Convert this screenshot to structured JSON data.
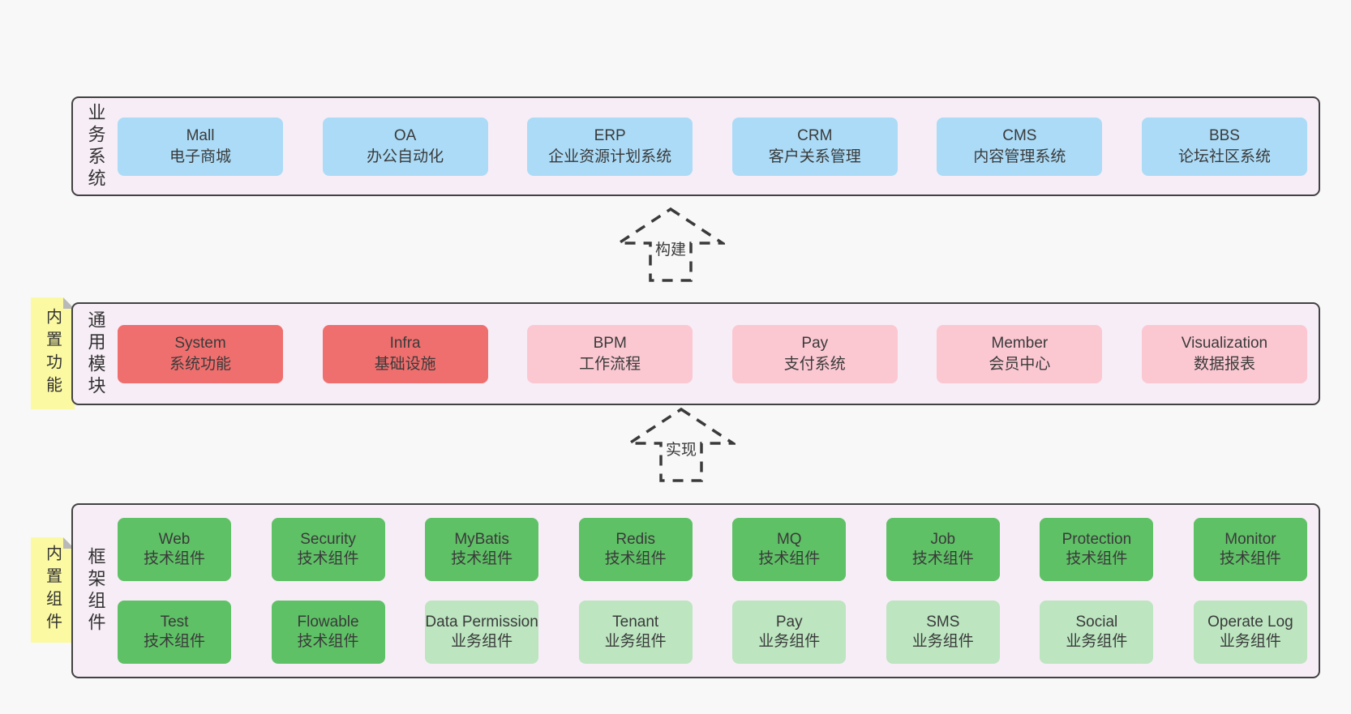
{
  "layers": [
    {
      "label": "业务系统",
      "boxes": [
        {
          "name": "Mall",
          "desc": "电子商城"
        },
        {
          "name": "OA",
          "desc": "办公自动化"
        },
        {
          "name": "ERP",
          "desc": "企业资源计划系统"
        },
        {
          "name": "CRM",
          "desc": "客户关系管理"
        },
        {
          "name": "CMS",
          "desc": "内容管理系统"
        },
        {
          "name": "BBS",
          "desc": "论坛社区系统"
        }
      ]
    },
    {
      "label": "通用模块",
      "note": "内置功能",
      "boxes": [
        {
          "name": "System",
          "desc": "系统功能"
        },
        {
          "name": "Infra",
          "desc": "基础设施"
        },
        {
          "name": "BPM",
          "desc": "工作流程"
        },
        {
          "name": "Pay",
          "desc": "支付系统"
        },
        {
          "name": "Member",
          "desc": "会员中心"
        },
        {
          "name": "Visualization",
          "desc": "数据报表"
        }
      ]
    },
    {
      "label": "框架组件",
      "note": "内置组件",
      "row1": [
        {
          "name": "Web",
          "desc": "技术组件"
        },
        {
          "name": "Security",
          "desc": "技术组件"
        },
        {
          "name": "MyBatis",
          "desc": "技术组件"
        },
        {
          "name": "Redis",
          "desc": "技术组件"
        },
        {
          "name": "MQ",
          "desc": "技术组件"
        },
        {
          "name": "Job",
          "desc": "技术组件"
        },
        {
          "name": "Protection",
          "desc": "技术组件"
        },
        {
          "name": "Monitor",
          "desc": "技术组件"
        }
      ],
      "row2": [
        {
          "name": "Test",
          "desc": "技术组件"
        },
        {
          "name": "Flowable",
          "desc": "技术组件"
        },
        {
          "name": "Data Permission",
          "desc": "业务组件"
        },
        {
          "name": "Tenant",
          "desc": "业务组件"
        },
        {
          "name": "Pay",
          "desc": "业务组件"
        },
        {
          "name": "SMS",
          "desc": "业务组件"
        },
        {
          "name": "Social",
          "desc": "业务组件"
        },
        {
          "name": "Operate Log",
          "desc": "业务组件"
        }
      ]
    }
  ],
  "arrows": [
    {
      "label": "构建"
    },
    {
      "label": "实现"
    }
  ],
  "colors": {
    "page_bg": "#f8f8f8",
    "layer_bg": "#f7edf6",
    "layer_border": "#424242",
    "system_blue": "#abdbf7",
    "module_red": "#ef6f6e",
    "module_pink": "#fbc8d2",
    "component_green": "#5fc166",
    "component_light_green": "#bce5c0",
    "note_yellow": "#fbf9a2",
    "text": "#3a3a3a"
  }
}
